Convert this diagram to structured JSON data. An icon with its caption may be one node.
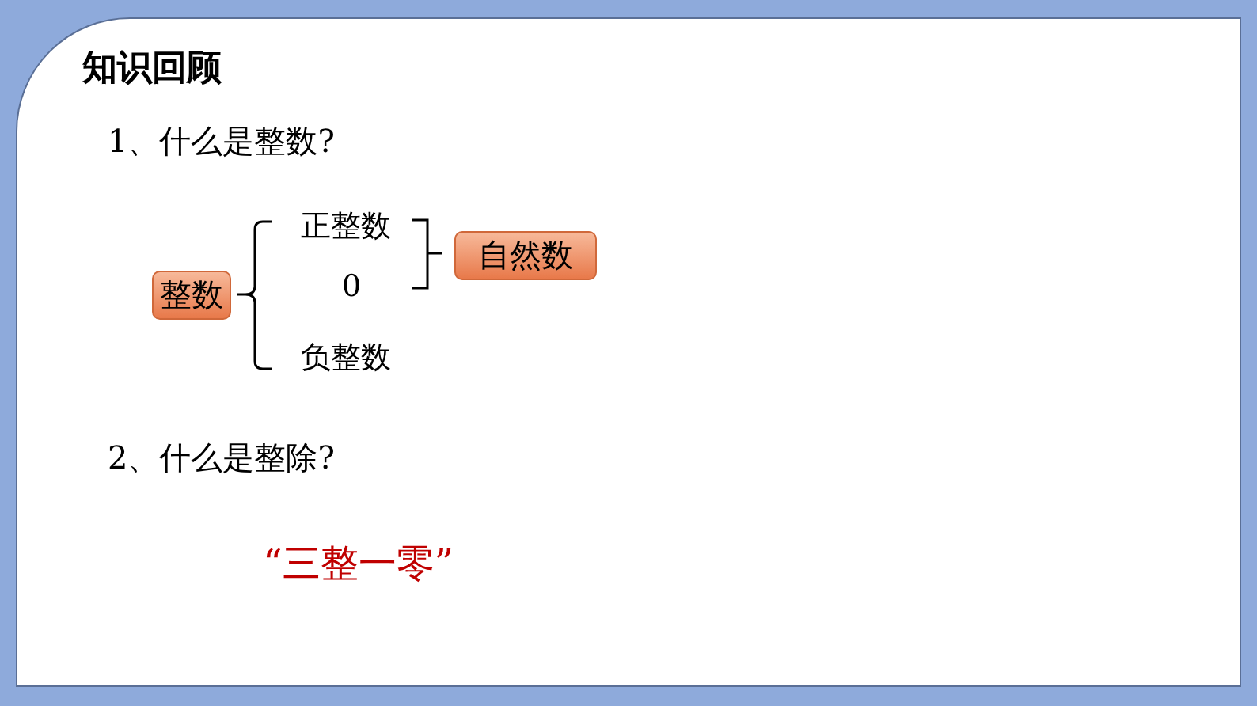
{
  "diagram": {
    "title": "知识回顾",
    "nodes": [
      {
        "text": [
          "整数"
        ]
      },
      {
        "text": [
          "自然数"
        ]
      }
    ],
    "labels": [
      "1、什么是整数?",
      "正整数",
      "0",
      "负整数",
      "2、什么是整除?",
      "“三整一零”"
    ]
  }
}
